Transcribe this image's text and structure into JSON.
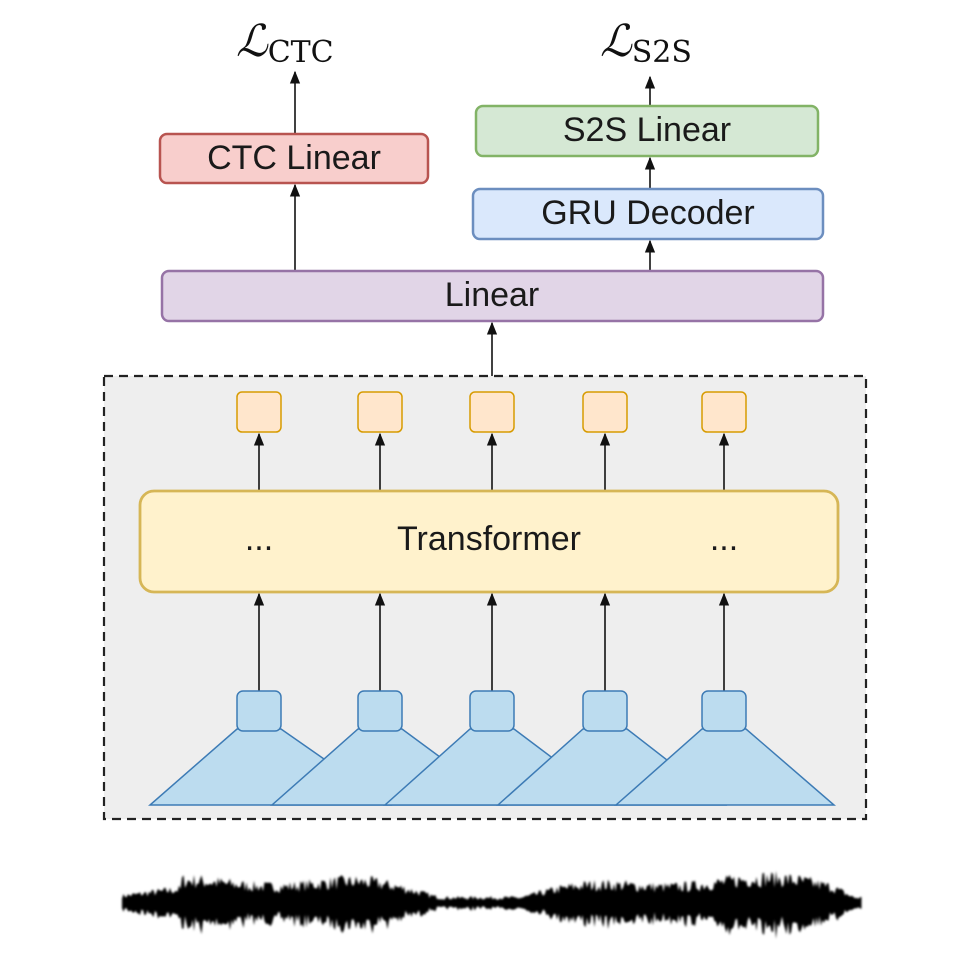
{
  "losses": {
    "ctc": {
      "symbol": "ℒ",
      "subscript": "CTC"
    },
    "s2s": {
      "symbol": "ℒ",
      "subscript": "S2S"
    }
  },
  "blocks": {
    "ctc_linear": {
      "label": "CTC Linear",
      "fill": "#f8cecc",
      "stroke": "#b85450"
    },
    "s2s_linear": {
      "label": "S2S Linear",
      "fill": "#d5e8d4",
      "stroke": "#82b366"
    },
    "gru_decoder": {
      "label": "GRU Decoder",
      "fill": "#dae8fc",
      "stroke": "#6c8ebf"
    },
    "linear": {
      "label": "Linear",
      "fill": "#e1d5e7",
      "stroke": "#9673a6"
    },
    "transformer": {
      "label": "Transformer",
      "ellipsis_left": "...",
      "ellipsis_right": "...",
      "fill": "#fff2cc",
      "stroke": "#d6b656"
    }
  },
  "encoder_box": {
    "fill": "#eeeeee",
    "stroke": "#222222"
  },
  "token_fill": "#ffe6cc",
  "token_stroke": "#d79b00",
  "feature_fill": "#bcdcef",
  "feature_stroke": "#3d7bb5",
  "waveform_color": "#000000"
}
